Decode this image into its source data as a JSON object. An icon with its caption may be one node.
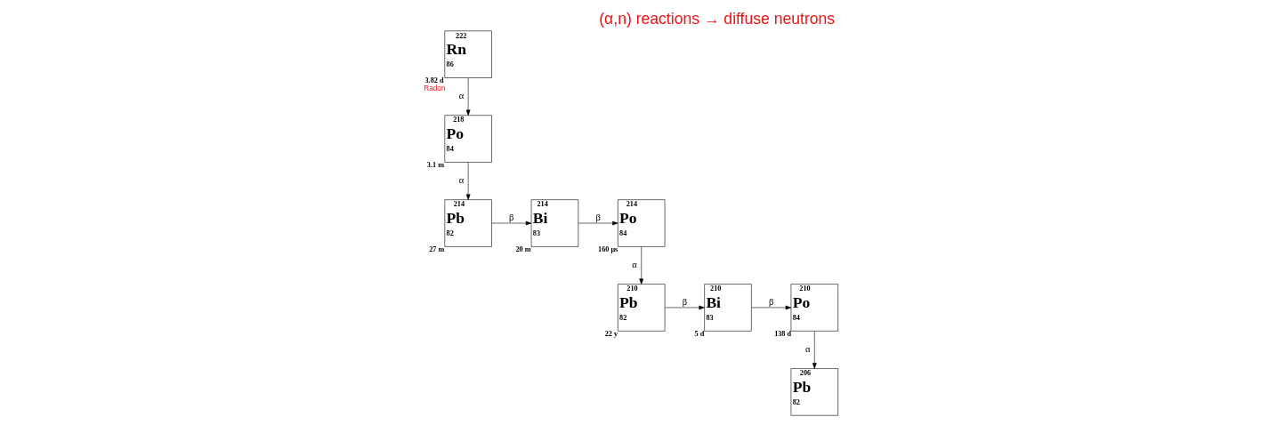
{
  "diagram": {
    "title": "(α,n) reactions → diffuse neutrons",
    "nodes": [
      {
        "text": [
          "222",
          "Rn",
          "86"
        ],
        "beside": [
          "3.82 d",
          "Radon"
        ]
      },
      {
        "text": [
          "218",
          "Po",
          "84"
        ],
        "beside": [
          "3.1 m"
        ]
      },
      {
        "text": [
          "214",
          "Pb",
          "82"
        ],
        "beside": [
          "27 m"
        ]
      },
      {
        "text": [
          "214",
          "Bi",
          "83"
        ],
        "beside": [
          "20 m"
        ]
      },
      {
        "text": [
          "214",
          "Po",
          "84"
        ],
        "beside": [
          "160 µs"
        ]
      },
      {
        "text": [
          "210",
          "Pb",
          "82"
        ],
        "beside": [
          "22 y"
        ]
      },
      {
        "text": [
          "210",
          "Bi",
          "83"
        ],
        "beside": [
          "5 d"
        ]
      },
      {
        "text": [
          "210",
          "Po",
          "84"
        ],
        "beside": [
          "138 d"
        ]
      },
      {
        "text": [
          "206",
          "Pb",
          "82"
        ]
      }
    ],
    "edges": [
      {
        "from": 0,
        "to": 1,
        "arrow": "to",
        "label": "α"
      },
      {
        "from": 1,
        "to": 2,
        "arrow": "to",
        "label": "α"
      },
      {
        "from": 2,
        "to": 3,
        "arrow": "to",
        "label": "β"
      },
      {
        "from": 3,
        "to": 4,
        "arrow": "to",
        "label": "β"
      },
      {
        "from": 4,
        "to": 5,
        "arrow": "to",
        "label": "α"
      },
      {
        "from": 5,
        "to": 6,
        "arrow": "to",
        "label": "β"
      },
      {
        "from": 6,
        "to": 7,
        "arrow": "to",
        "label": "β"
      },
      {
        "from": 7,
        "to": 8,
        "arrow": "to",
        "label": "α"
      }
    ]
  }
}
